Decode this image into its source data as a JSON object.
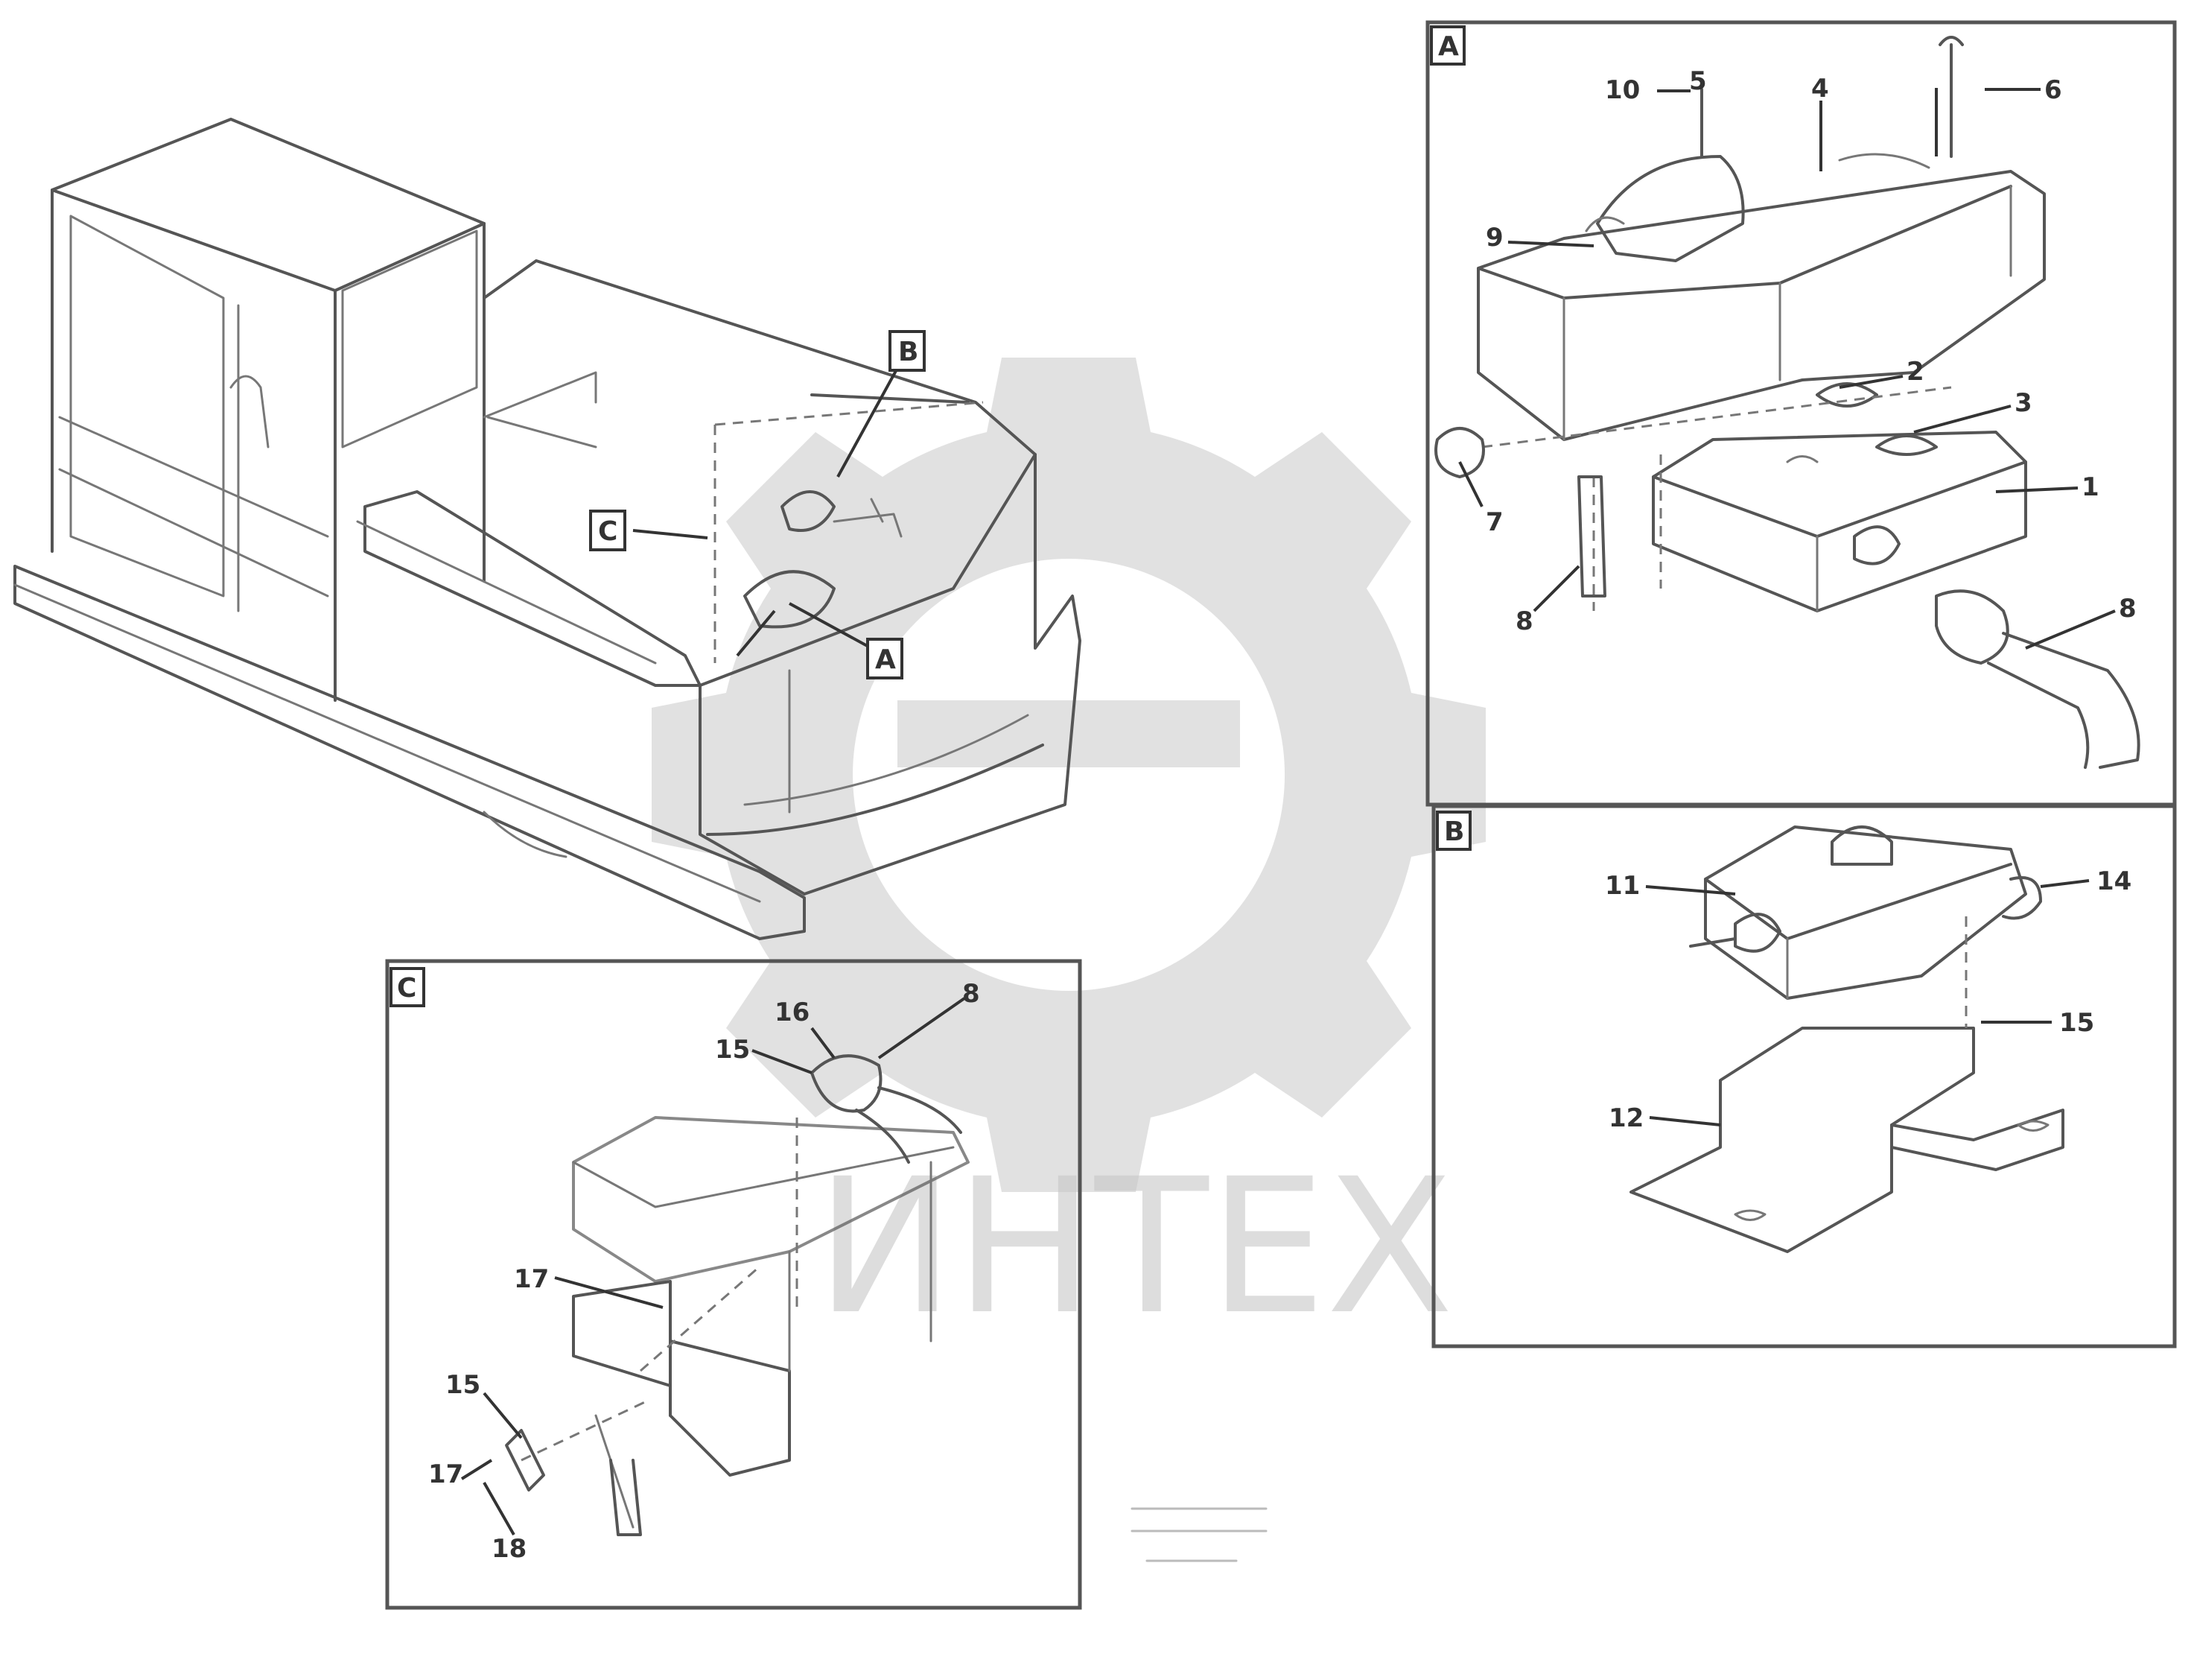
{
  "watermark": {
    "text": "ИНТЕХ"
  },
  "detail_labels": {
    "a": "A",
    "b": "B",
    "c": "C"
  },
  "main_view": {
    "callouts": [
      "B",
      "C",
      "A"
    ]
  },
  "detail_a": {
    "part_numbers": [
      "10",
      "5",
      "4",
      "6",
      "9",
      "2",
      "3",
      "7",
      "1",
      "8",
      "8"
    ]
  },
  "detail_b": {
    "part_numbers": [
      "11",
      "14",
      "15",
      "12"
    ]
  },
  "detail_c": {
    "part_numbers": [
      "16",
      "15",
      "8",
      "17",
      "15",
      "17",
      "18"
    ]
  },
  "reference": {
    "line1": "",
    "line2": "",
    "code": ""
  },
  "colors": {
    "line": "#555555",
    "watermark": "#c8c8c8",
    "background": "#ffffff"
  }
}
